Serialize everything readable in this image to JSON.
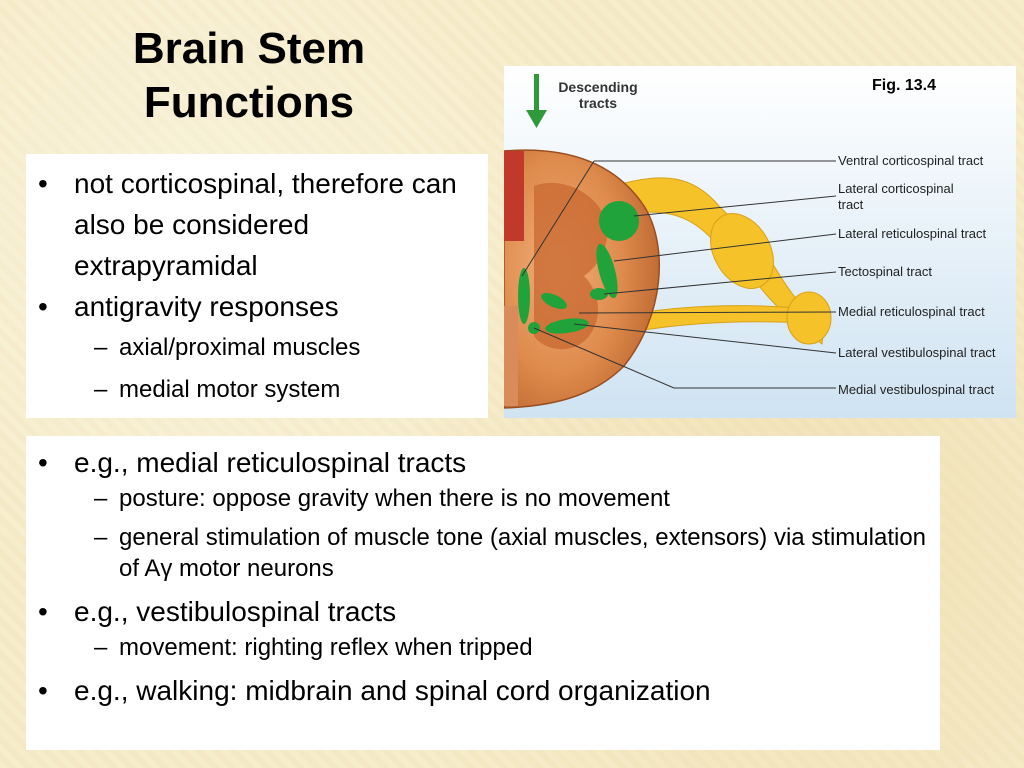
{
  "title_lines": [
    "Brain Stem",
    "Functions"
  ],
  "top_panel": {
    "bullets": [
      {
        "text": "not corticospinal, therefore can also be considered extrapyramidal",
        "sub": []
      },
      {
        "text": "antigravity responses",
        "sub": [
          "axial/proximal muscles",
          "medial motor system"
        ]
      }
    ]
  },
  "bottom_panel": {
    "bullets": [
      {
        "text": "e.g., medial reticulospinal tracts",
        "sub": [
          "posture: oppose gravity when there is no movement",
          "general stimulation of muscle tone (axial muscles, extensors) via stimulation of Aγ motor neurons"
        ]
      },
      {
        "text": "e.g., vestibulospinal tracts",
        "sub": [
          "movement: righting reflex when tripped"
        ]
      },
      {
        "text": "e.g., walking: midbrain and spinal cord organization",
        "sub": []
      }
    ]
  },
  "figure": {
    "label": "Fig. 13.4",
    "legend_title": "Descending tracts",
    "tracts": [
      "Ventral corticospinal tract",
      "Lateral corticospinal tract",
      "Lateral reticulospinal tract",
      "Tectospinal tract",
      "Medial reticulospinal tract",
      "Lateral vestibulospinal tract",
      "Medial vestibulospinal tract"
    ],
    "colors": {
      "tract_green": "#1fa33a",
      "nerve_yellow": "#f5c22a",
      "tissue": "#d9773a",
      "arrow": "#2e9a3c"
    }
  }
}
